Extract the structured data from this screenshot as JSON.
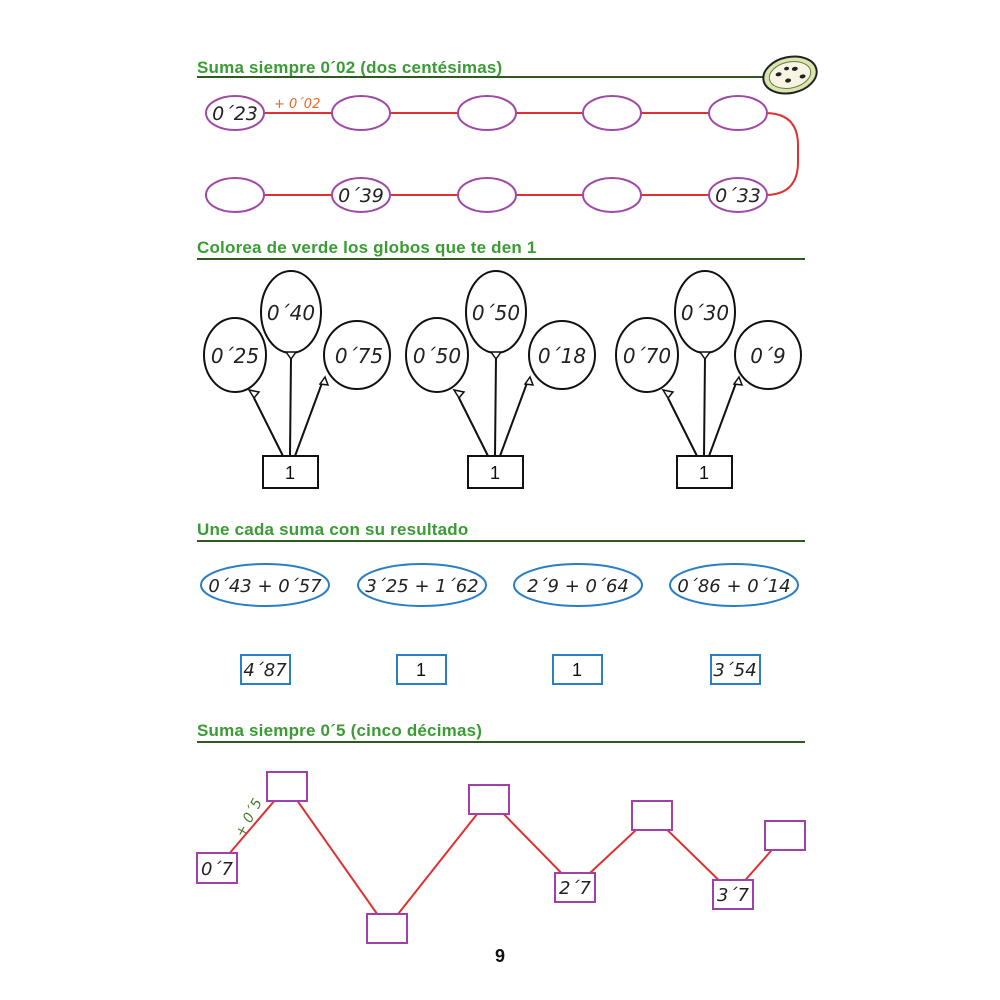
{
  "sections": {
    "s1": {
      "title": "Suma siempre 0´02 (dos centésimas)",
      "step_label": "+ 0´02",
      "values": [
        "0´23",
        "",
        "",
        "",
        "",
        "0´33",
        "",
        "",
        "0´39",
        ""
      ]
    },
    "s2": {
      "title": "Colorea de verde los globos que te den 1",
      "groups": [
        {
          "balloons": [
            "0´25",
            "0´40",
            "0´75"
          ],
          "box": "1"
        },
        {
          "balloons": [
            "0´50",
            "0´50",
            "0´18"
          ],
          "box": "1"
        },
        {
          "balloons": [
            "0´70",
            "0´30",
            "0´9"
          ],
          "box": "1"
        }
      ]
    },
    "s3": {
      "title": "Une cada suma con su resultado",
      "sums": [
        "0´43 + 0´57",
        "3´25 + 1´62",
        "2´9 + 0´64",
        "0´86 + 0´14"
      ],
      "results": [
        "4´87",
        "1",
        "1",
        "3´54"
      ]
    },
    "s4": {
      "title": "Suma siempre 0´5 (cinco décimas)",
      "step_label": "+ 0´5",
      "values": [
        "0´7",
        "",
        "",
        "",
        "2´7",
        "",
        "3´7",
        ""
      ]
    }
  },
  "colors": {
    "heading": "#3a9c34",
    "rule": "#2f5a22",
    "path": "#e03030",
    "oval_purple": "#a04aa8",
    "oval_blue": "#2a7fc4",
    "box_purple": "#a040a8",
    "step_orange": "#e86a2a",
    "step_green": "#4a7a2a"
  },
  "decoration": {
    "fruit_icon": "cherimoya-slice-icon"
  },
  "page_number": "9"
}
